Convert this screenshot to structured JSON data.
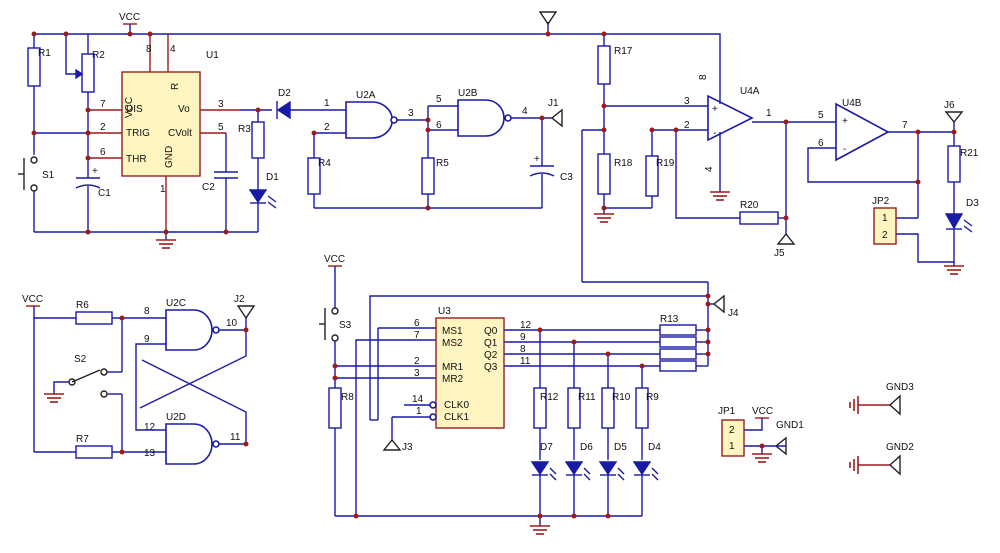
{
  "labels": {
    "vcc_top": "VCC",
    "vcc_left": "VCC",
    "vcc_mid": "VCC",
    "vcc_jp1": "VCC",
    "u1": "U1",
    "u1_vcc": "VCC",
    "u1_r": "R",
    "u1_dis": "DIS",
    "u1_trig": "TRIG",
    "u1_thr": "THR",
    "u1_vo": "Vo",
    "u1_cvolt": "CVolt",
    "u1_gnd": "GND",
    "u1_p8": "8",
    "u1_p4": "4",
    "u1_p7": "7",
    "u1_p2": "2",
    "u1_p6": "6",
    "u1_p3": "3",
    "u1_p5": "5",
    "u1_p1": "1",
    "r1": "R1",
    "r2": "R2",
    "r3": "R3",
    "r4": "R4",
    "r5": "R5",
    "r6": "R6",
    "r7": "R7",
    "r8": "R8",
    "r9": "R9",
    "r10": "R10",
    "r11": "R11",
    "r12": "R12",
    "r13": "R13",
    "r17": "R17",
    "r18": "R18",
    "r19": "R19",
    "r20": "R20",
    "r21": "R21",
    "c1": "C1",
    "c2": "C2",
    "c3": "C3",
    "s1": "S1",
    "s2": "S2",
    "s3": "S3",
    "d1": "D1",
    "d2": "D2",
    "d3": "D3",
    "d4": "D4",
    "d5": "D5",
    "d6": "D6",
    "d7": "D7",
    "u2a": "U2A",
    "u2b": "U2B",
    "u2c": "U2C",
    "u2d": "U2D",
    "u2a_p1": "1",
    "u2a_p2": "2",
    "u2a_p3": "3",
    "u2b_p5": "5",
    "u2b_p6": "6",
    "u2b_p4": "4",
    "u2c_p8": "8",
    "u2c_p9": "9",
    "u2c_p10": "10",
    "u2d_p12": "12",
    "u2d_p13": "13",
    "u2d_p11": "11",
    "j1": "J1",
    "j2": "J2",
    "j3": "J3",
    "j4": "J4",
    "j5": "J5",
    "j6": "J6",
    "u4a": "U4A",
    "u4b": "U4B",
    "u4a_p8": "8",
    "u4a_p3": "3",
    "u4a_p2": "2",
    "u4a_p1": "1",
    "u4a_p4": "4",
    "u4b_p5": "5",
    "u4b_p6": "6",
    "u4b_p7": "7",
    "plus": "+",
    "minus": "-",
    "jp1": "JP1",
    "jp2": "JP2",
    "jp1_p2": "2",
    "jp1_p1": "1",
    "jp2_p1": "1",
    "jp2_p2": "2",
    "gnd1": "GND1",
    "gnd2": "GND2",
    "gnd3": "GND3",
    "u3": "U3",
    "u3_ms1": "MS1",
    "u3_ms2": "MS2",
    "u3_mr1": "MR1",
    "u3_mr2": "MR2",
    "u3_clk0": "CLK0",
    "u3_clk1": "CLK1",
    "u3_q0": "Q0",
    "u3_q1": "Q1",
    "u3_q2": "Q2",
    "u3_q3": "Q3",
    "u3_p6": "6",
    "u3_p7": "7",
    "u3_p2": "2",
    "u3_p3": "3",
    "u3_p14": "14",
    "u3_p1": "1",
    "u3_p12": "12",
    "u3_p9": "9",
    "u3_p8": "8",
    "u3_p11": "11"
  },
  "colors": {
    "wire": "#1a1aa8",
    "part_outline": "#9b1c1c",
    "ic_fill": "#fff5c0",
    "junction": "#9b1c1c"
  }
}
